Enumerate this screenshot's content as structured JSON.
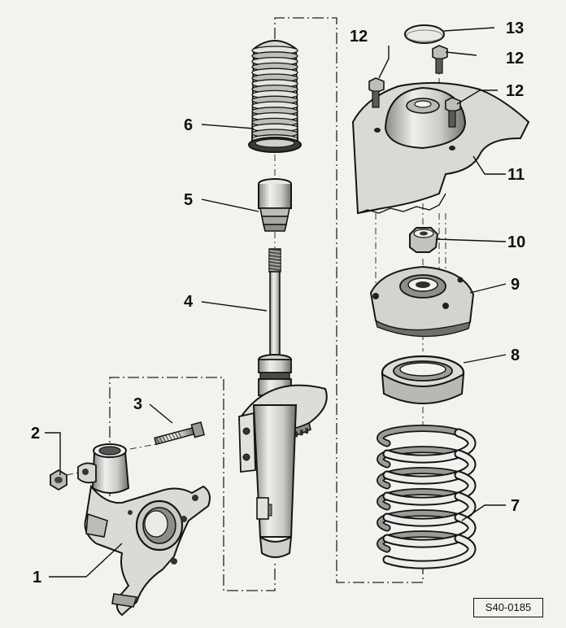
{
  "callouts": {
    "c1": "1",
    "c2": "2",
    "c3": "3",
    "c4": "4",
    "c5": "5",
    "c6": "6",
    "c7": "7",
    "c8": "8",
    "c9": "9",
    "c10": "10",
    "c11": "11",
    "c12a": "12",
    "c12b": "12",
    "c12c": "12",
    "c13": "13"
  },
  "figure_ref": "S40-0185",
  "colors": {
    "ink": "#151515",
    "paper": "#f3f2ee",
    "metal_light": "#e6e6e3",
    "metal_mid": "#bdbdb9",
    "metal_dark": "#7c7c78"
  }
}
